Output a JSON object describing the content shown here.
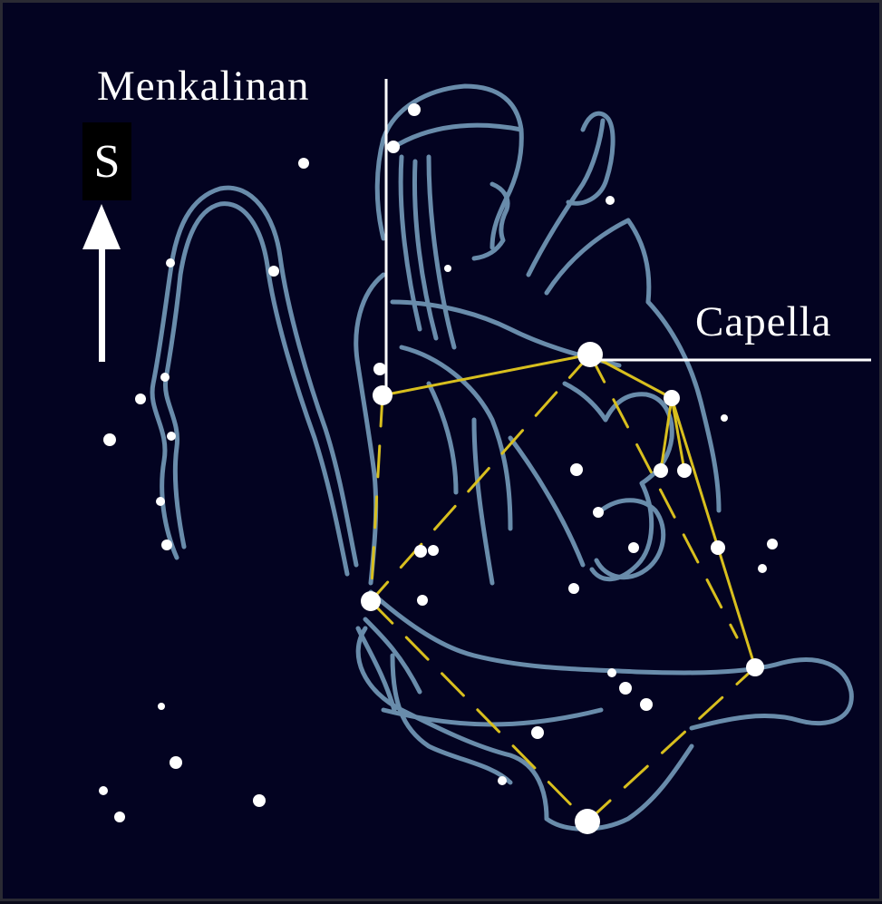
{
  "labels": {
    "menkalinan": "Menkalinan",
    "capella": "Capella",
    "direction": "S"
  },
  "colors": {
    "background": "#030321",
    "figure_outline": "#6f94b3",
    "constellation_lines": "#d8bf1e",
    "stars": "#ffffff",
    "pointer_lines": "#ffffff"
  },
  "icons": {
    "direction_arrow": "up-arrow-icon"
  }
}
